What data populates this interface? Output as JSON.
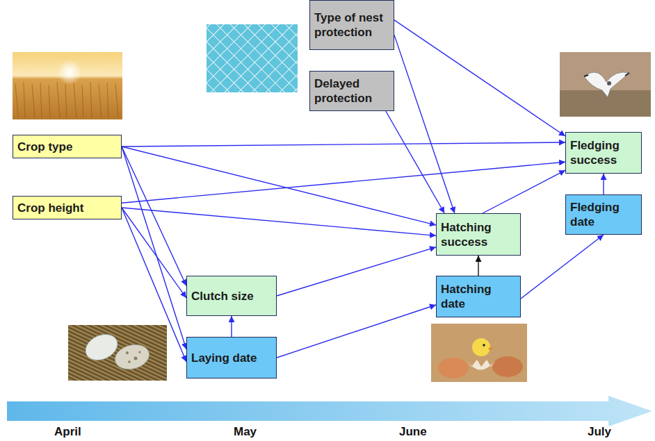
{
  "diagram": {
    "nodes": [
      {
        "text": [
          "Type of nest protection"
        ]
      },
      {
        "text": [
          "Delayed protection"
        ]
      },
      {
        "text": [
          "Crop type"
        ]
      },
      {
        "text": [
          "Fledging success"
        ]
      },
      {
        "text": [
          "Crop height"
        ]
      },
      {
        "text": [
          "Hatching success"
        ]
      },
      {
        "text": [
          "Fledging date"
        ]
      },
      {
        "text": [
          "Clutch size"
        ]
      },
      {
        "text": [
          "Hatching date"
        ]
      },
      {
        "text": [
          "Laying date"
        ]
      }
    ],
    "edges": [
      {
        "from": 0,
        "to": 3,
        "arrow": "to"
      },
      {
        "from": 0,
        "to": 5,
        "arrow": "to"
      },
      {
        "from": 1,
        "to": 5,
        "arrow": "to"
      },
      {
        "from": 2,
        "to": 3,
        "arrow": "to"
      },
      {
        "from": 2,
        "to": 5,
        "arrow": "to"
      },
      {
        "from": 2,
        "to": 7,
        "arrow": "to"
      },
      {
        "from": 2,
        "to": 9,
        "arrow": "to"
      },
      {
        "from": 4,
        "to": 3,
        "arrow": "to"
      },
      {
        "from": 4,
        "to": 5,
        "arrow": "to"
      },
      {
        "from": 4,
        "to": 7,
        "arrow": "to"
      },
      {
        "from": 4,
        "to": 9,
        "arrow": "to"
      },
      {
        "from": 9,
        "to": 7,
        "arrow": "to"
      },
      {
        "from": 7,
        "to": 5,
        "arrow": "to"
      },
      {
        "from": 9,
        "to": 8,
        "arrow": "to"
      },
      {
        "from": 8,
        "to": 5,
        "arrow": "to"
      },
      {
        "from": 5,
        "to": 3,
        "arrow": "to"
      },
      {
        "from": 8,
        "to": 6,
        "arrow": "to"
      },
      {
        "from": 6,
        "to": 3,
        "arrow": "to"
      }
    ],
    "labels": [
      "April",
      "May",
      "June",
      "July"
    ]
  }
}
